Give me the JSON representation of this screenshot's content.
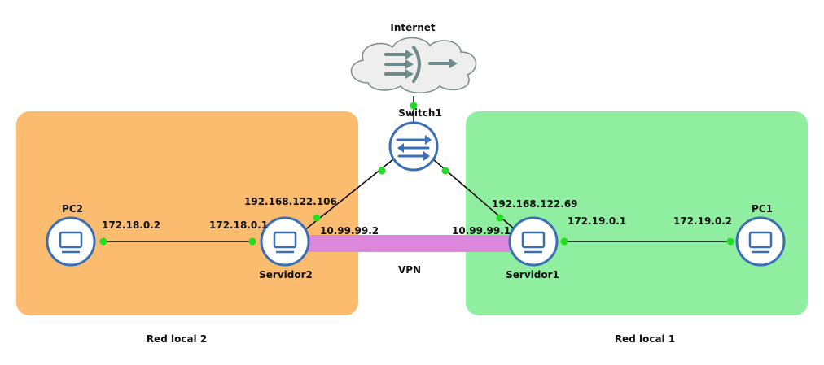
{
  "zones": [
    {
      "id": "red-local-2",
      "label": "Red local 2",
      "color": "#fcbc70"
    },
    {
      "id": "red-local-1",
      "label": "Red local 1",
      "color": "#90eea0"
    }
  ],
  "nodes": {
    "internet": {
      "label": "Internet",
      "icon": "cloud-icon"
    },
    "switch1": {
      "label": "Switch1",
      "icon": "switch-icon"
    },
    "pc2": {
      "label": "PC2",
      "icon": "monitor-icon"
    },
    "servidor2": {
      "label": "Servidor2",
      "icon": "monitor-icon"
    },
    "servidor1": {
      "label": "Servidor1",
      "icon": "monitor-icon"
    },
    "pc1": {
      "label": "PC1",
      "icon": "monitor-icon"
    }
  },
  "addresses": {
    "pc2": "172.18.0.2",
    "servidor2_lan": "172.18.0.1",
    "servidor2_wan": "192.168.122.106",
    "servidor2_vpn": "10.99.99.2",
    "servidor1_vpn": "10.99.99.1",
    "servidor1_wan": "192.168.122.69",
    "servidor1_lan": "172.19.0.1",
    "pc1": "172.19.0.2"
  },
  "vpn": {
    "label": "VPN",
    "color": "#dd88dd"
  },
  "colors": {
    "node_stroke": "#3a6fb5",
    "port": "#22dd22",
    "link": "#000000",
    "cloud_fill": "#eeeeee",
    "cloud_stroke": "#7b8b8b",
    "arrow": "#6f8a8a"
  }
}
